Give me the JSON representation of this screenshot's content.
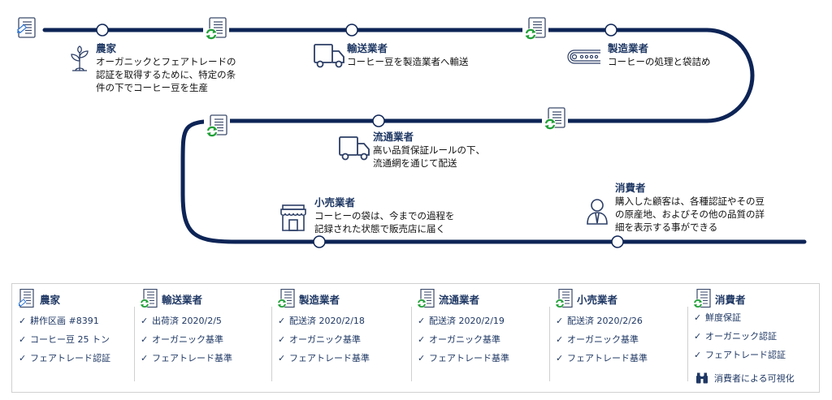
{
  "colors": {
    "path": "#0d2456",
    "accent_text": "#1f3864",
    "refresh_green": "#21a038",
    "pencil_blue": "#2e75d6"
  },
  "stages": [
    {
      "key": "farmer",
      "icon": "plant-icon",
      "title": "農家",
      "desc": [
        "オーガニックとフェアトレードの",
        "認証を取得するために、特定の条",
        "件の下でコーヒー豆を生産"
      ]
    },
    {
      "key": "shipper",
      "icon": "truck-icon",
      "title": "輸送業者",
      "desc": [
        "コーヒー豆を製造業者へ輸送"
      ]
    },
    {
      "key": "manufacturer",
      "icon": "conveyor-icon",
      "title": "製造業者",
      "desc": [
        "コーヒーの処理と袋詰め"
      ]
    },
    {
      "key": "distributor",
      "icon": "truck-icon",
      "title": "流通業者",
      "desc": [
        "高い品質保証ルールの下、",
        "流通網を通じて配送"
      ]
    },
    {
      "key": "retailer",
      "icon": "store-icon",
      "title": "小売業者",
      "desc": [
        "コーヒーの袋は、今までの過程を",
        "記録された状態で販売店に届く"
      ]
    },
    {
      "key": "consumer",
      "icon": "person-icon",
      "title": "消費者",
      "desc": [
        "購入した顧客は、各種認証やその豆",
        "の原産地、およびその他の品質の詳",
        "細を表示する事ができる"
      ]
    }
  ],
  "ledger": [
    {
      "title": "農家",
      "doc_icon": "document-edit-icon",
      "check_mark": "✓",
      "items": [
        "耕作区画 #8391",
        "コーヒー豆 25 トン",
        "フェアトレード認証"
      ]
    },
    {
      "title": "輸送業者",
      "doc_icon": "document-sync-icon",
      "check_mark": "✓",
      "items": [
        "出荷済 2020/2/5",
        "オーガニック基準",
        "フェアトレード基準"
      ]
    },
    {
      "title": "製造業者",
      "doc_icon": "document-sync-icon",
      "check_mark": "✓",
      "items": [
        "配送済 2020/2/18",
        "オーガニック基準",
        "フェアトレード基準"
      ]
    },
    {
      "title": "流通業者",
      "doc_icon": "document-sync-icon",
      "check_mark": "✓",
      "items": [
        "配送済 2020/2/19",
        "オーガニック基準",
        "フェアトレード基準"
      ]
    },
    {
      "title": "小売業者",
      "doc_icon": "document-sync-icon",
      "check_mark": "✓",
      "items": [
        "配送済 2020/2/26",
        "オーガニック基準",
        "フェアトレード基準"
      ]
    },
    {
      "title": "消費者",
      "doc_icon": "document-sync-icon",
      "check_mark": "✓",
      "items": [
        "鮮度保証",
        "オーガニック認証",
        "フェアトレード認証"
      ]
    }
  ],
  "consumer_visibility": {
    "icon": "binoculars-icon",
    "label": "消費者による可視化"
  }
}
